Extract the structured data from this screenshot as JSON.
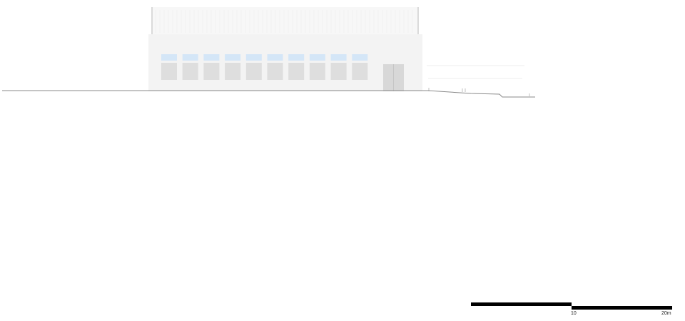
{
  "colors": {
    "background": "#ffffff",
    "facade": "#f3f3f3",
    "roof": "#f7f7f7",
    "clerestory": "#d4e6f7",
    "window_panel": "#dedede",
    "door": "#d8d8d8",
    "ground_line": "#8a8a8a",
    "scale_bar": "#000000"
  },
  "elevation": {
    "clerestory_count": 10,
    "window_count": 10,
    "door_count": 1
  },
  "scale_bar": {
    "label_mid": "10",
    "label_end": "20m"
  }
}
